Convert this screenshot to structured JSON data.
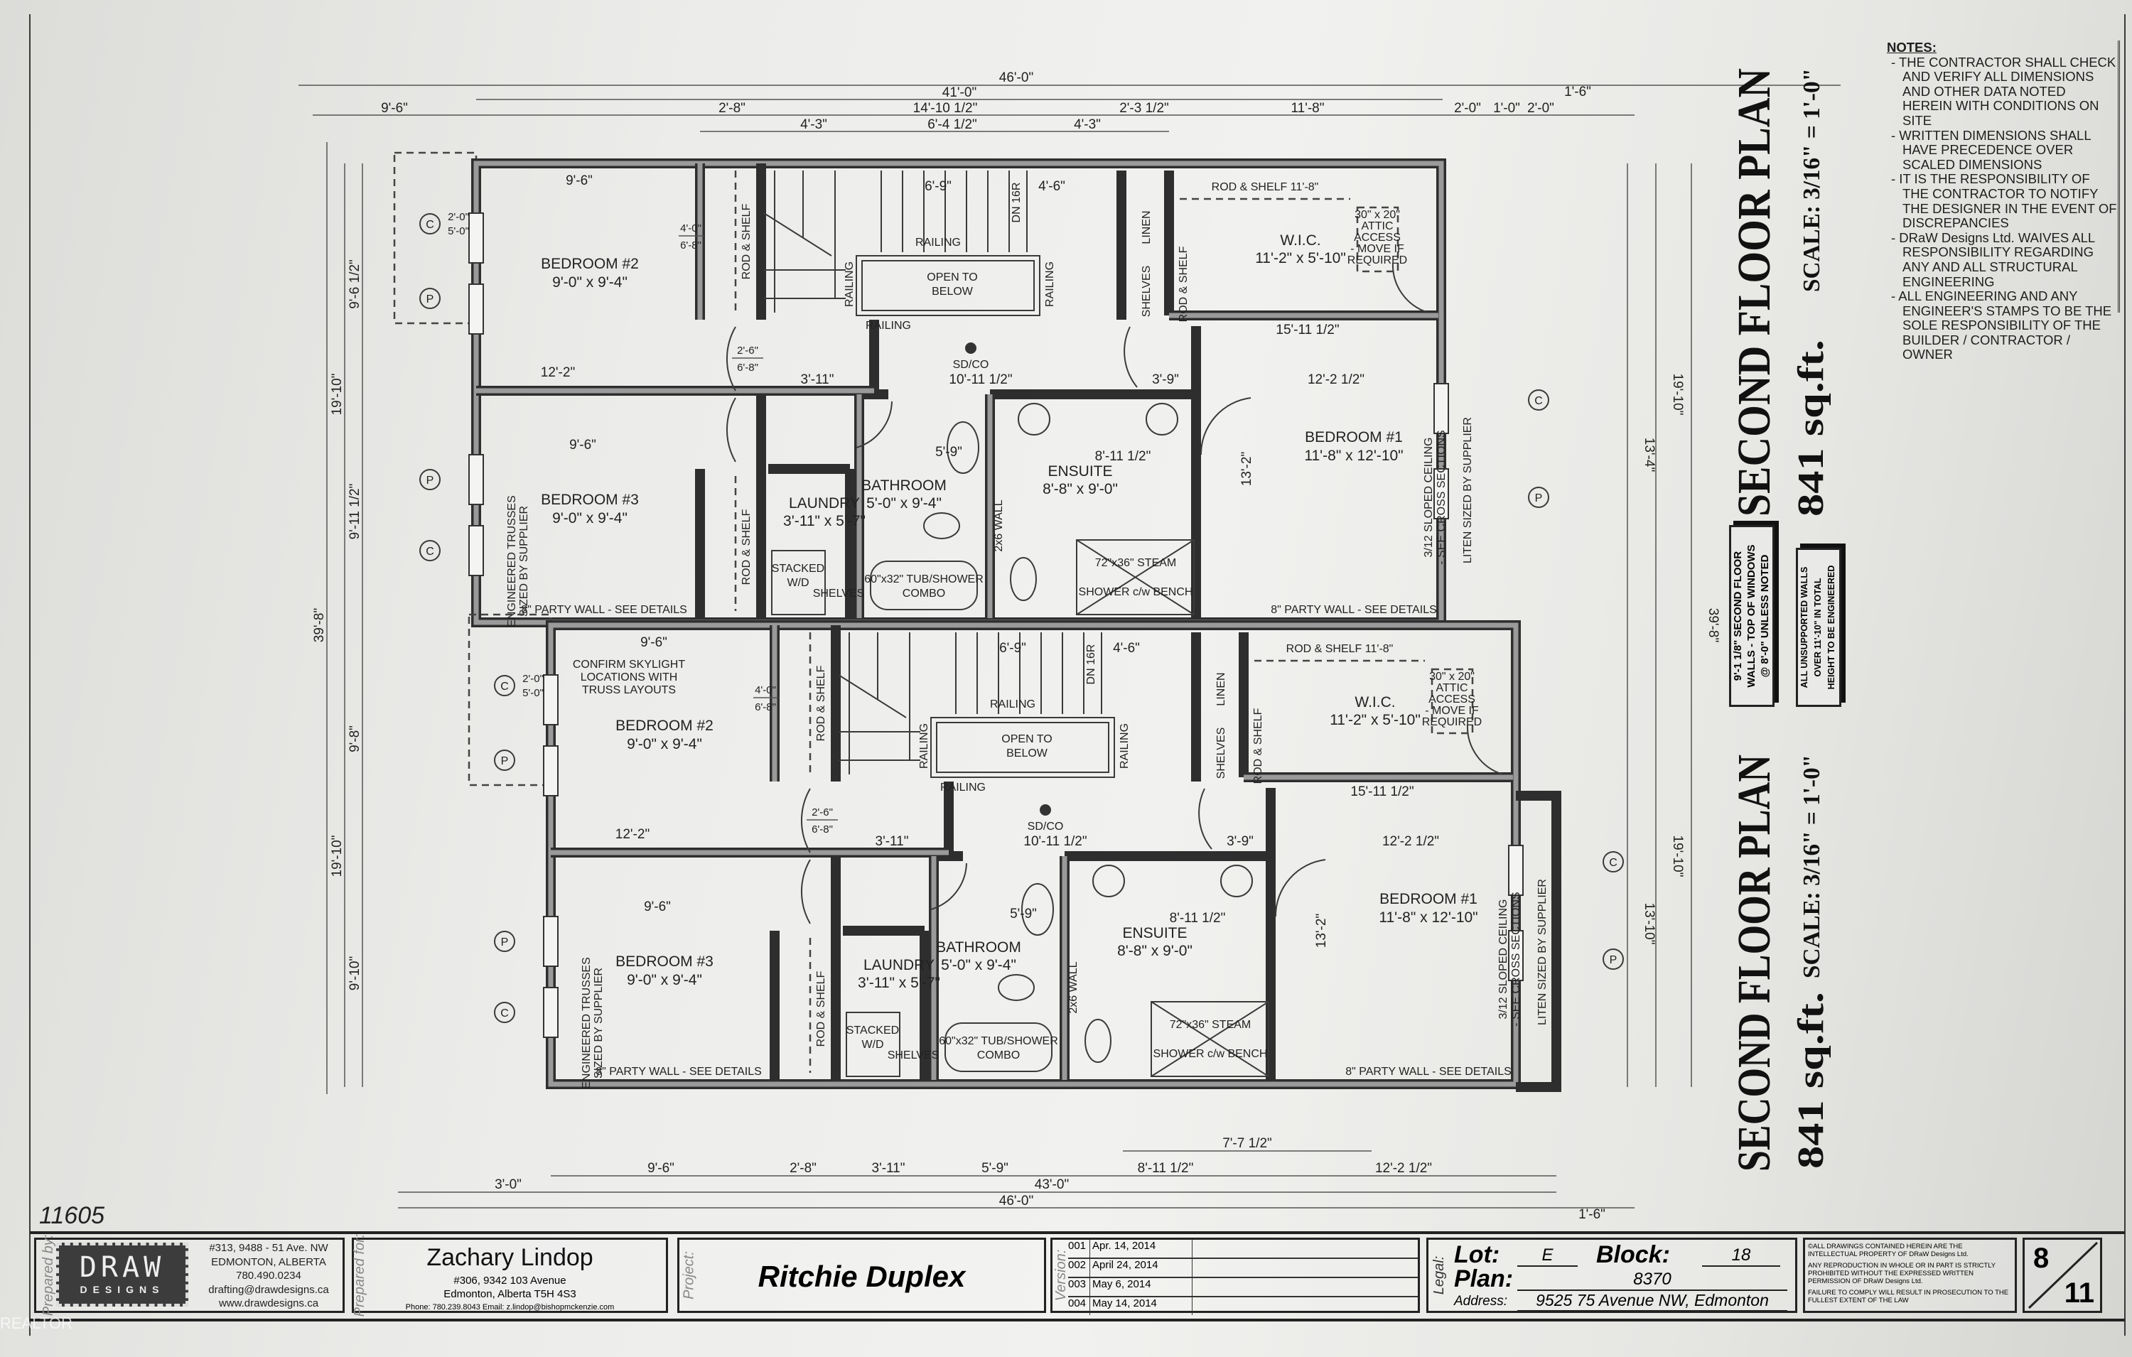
{
  "sheet_id": "11605",
  "plan_titles": {
    "title": "SECOND FLOOR PLAN",
    "area": "841 sq.ft.",
    "scale": "SCALE: 3/16\" = 1'-0\""
  },
  "notes": {
    "heading": "NOTES:",
    "items": [
      "- THE CONTRACTOR SHALL CHECK AND VERIFY ALL DIMENSIONS AND OTHER DATA NOTED HEREIN WITH CONDITIONS ON SITE",
      "- WRITTEN DIMENSIONS SHALL HAVE PRECEDENCE OVER SCALED DIMENSIONS",
      "- IT IS THE RESPONSIBILITY OF THE CONTRACTOR TO NOTIFY THE DESIGNER IN THE EVENT OF DISCREPANCIES",
      "- DRaW Designs Ltd. WAIVES ALL RESPONSIBILITY REGARDING ANY AND ALL STRUCTURAL ENGINEERING",
      "- ALL ENGINEERING AND ANY ENGINEER'S STAMPS TO BE THE SOLE RESPONSIBILITY OF THE BUILDER / CONTRACTOR / OWNER"
    ]
  },
  "callouts": {
    "wall_height": [
      "9'-1 1/8\" SECOND FLOOR",
      "WALLS - TOP OF WINDOWS",
      "@ 8'-0\" UNLESS NOTED"
    ],
    "unsupported": [
      "ALL UNSUPPORTED WALLS",
      "OVER 11'-10\" IN TOTAL",
      "HEIGHT TO BE ENGINEERED"
    ]
  },
  "plan": {
    "rooms": {
      "bedroom2": {
        "name": "BEDROOM #2",
        "size": "9'-0\" x 9'-4\""
      },
      "bedroom3": {
        "name": "BEDROOM #3",
        "size": "9'-0\" x 9'-4\""
      },
      "bedroom1": {
        "name": "BEDROOM #1",
        "size": "11'-8\" x 12'-10\""
      },
      "wic": {
        "name": "W.I.C.",
        "size": "11'-2\" x 5'-10\""
      },
      "laundry": {
        "name": "LAUNDRY",
        "size": "3'-11\" x 5'-7\""
      },
      "bathroom": {
        "name": "BATHROOM",
        "size": "5'-0\" x 9'-4\""
      },
      "ensuite": {
        "name": "ENSUITE",
        "size": "8'-8\" x 9'-0\""
      }
    },
    "labels": {
      "rod_shelf": "ROD & SHELF",
      "linen": "LINEN",
      "shelves": "SHELVES",
      "railing": "RAILING",
      "open_below": [
        "OPEN TO",
        "BELOW"
      ],
      "dn": "DN 16R",
      "sdco": "SD/CO",
      "stacked": [
        "STACKED",
        "W/D"
      ],
      "tub": [
        "60\"x32\" TUB/SHOWER",
        "COMBO"
      ],
      "shower": [
        "72\"x36\" STEAM",
        "SHOWER c/w BENCH"
      ],
      "attic": [
        "30\" x 20\"",
        "ATTIC",
        "ACCESS",
        "- MOVE IF",
        "REQUIRED"
      ],
      "party_wall": "8\" PARTY WALL - SEE DETAILS",
      "sloped": [
        "3/12 SLOPED CEILING",
        "- SEE CROSS SECTIONS"
      ],
      "liten": "LITEN SIZED BY SUPPLIER",
      "trusses": [
        "ENGINEERED TRUSSES",
        "SIZED BY SUPPLIER"
      ],
      "wall_2x6": "2x6 WALL",
      "skylight_note": [
        "CONFIRM SKYLIGHT",
        "LOCATIONS WITH",
        "TRUSS LAYOUTS"
      ],
      "rod_shelf_wic": "ROD & SHELF 11'-8\"",
      "window_c": "C",
      "window_p": "P"
    },
    "dimensions": {
      "top": [
        "46'-0\"",
        "41'-0\"",
        "9'-6\"",
        "2'-8\"",
        "14'-10 1/2\"",
        "2'-3 1/2\"",
        "11'-8\"",
        "2'-0\"",
        "1'-0\"",
        "2'-0\"",
        "1'-6\"",
        "4'-3\"",
        "6'-4 1/2\"",
        "4'-3\""
      ],
      "bottom": [
        "9'-6\"",
        "2'-8\"",
        "3'-11\"",
        "5'-9\"",
        "8'-11 1/2\"",
        "12'-2 1/2\"",
        "3'-0\"",
        "43'-0\"",
        "1'-6\"",
        "46'-0\"",
        "7'-7 1/2\""
      ],
      "left": [
        "39'-8\"",
        "19'-10\"",
        "19'-10\"",
        "9'-6 1/2\"",
        "9'-11 1/2\"",
        "9'-8\"",
        "9'-10\""
      ],
      "right": [
        "39'-8\"",
        "19'-10\"",
        "19'-10\"",
        "13'-4\"",
        "13'-10\""
      ],
      "interior": [
        "9'-6\"",
        "12'-2\"",
        "9'-6\"",
        "3'-11\"",
        "10'-11 1/2\"",
        "6'-9\"",
        "4'-6\"",
        "15'-11 1/2\"",
        "12'-2 1/2\"",
        "8'-11 1/2\"",
        "5'-9\"",
        "3'-9\"",
        "13'-2\"",
        "2'-6\"",
        "6'-8\"",
        "4'-0\"",
        "5'-0\"",
        "2'-0\""
      ]
    }
  },
  "title_block": {
    "prepared_by_label": "Prepared by:",
    "logo_text": [
      "DRAW",
      "DESIGNS"
    ],
    "firm_lines": [
      "#313, 9488 - 51 Ave. NW",
      "EDMONTON, ALBERTA",
      "780.490.0234",
      "drafting@drawdesigns.ca",
      "www.drawdesigns.ca"
    ],
    "prepared_for_label": "Prepared for:",
    "client_name": "Zachary Lindop",
    "client_lines": [
      "#306, 9342 103 Avenue",
      "Edmonton,  Alberta T5H 4S3",
      "Phone: 780.239.8043   Email: z.lindop@bishopmckenzie.com"
    ],
    "project_label": "Project:",
    "project_name": "Ritchie Duplex",
    "version_label": "Version:",
    "versions": [
      {
        "no": "001",
        "date": "Apr. 14, 2014"
      },
      {
        "no": "002",
        "date": "April 24, 2014"
      },
      {
        "no": "003",
        "date": "May 6, 2014"
      },
      {
        "no": "004",
        "date": "May 14, 2014"
      }
    ],
    "legal_label": "Legal:",
    "lot_label": "Lot:",
    "lot": "E",
    "block_label": "Block:",
    "block": "18",
    "plan_label": "Plan:",
    "plan": "8370",
    "address_label": "Address:",
    "address": "9525 75 Avenue NW, Edmonton",
    "copyright": [
      "©ALL DRAWINGS CONTAINED HEREIN ARE THE INTELLECTUAL PROPERTY OF DRaW Designs Ltd.",
      "ANY REPRODUCTION IN WHOLE OR IN PART IS STRICTLY PROHIBITED WITHOUT THE EXPRESSED WRITTEN PERMISSION OF DRaW Designs Ltd.",
      "FAILURE TO COMPLY WILL RESULT IN PROSECUTION TO THE FULLEST EXTENT OF THE LAW"
    ],
    "sheet_no": "8",
    "sheet_total": "11"
  },
  "watermark": "REALTOR"
}
